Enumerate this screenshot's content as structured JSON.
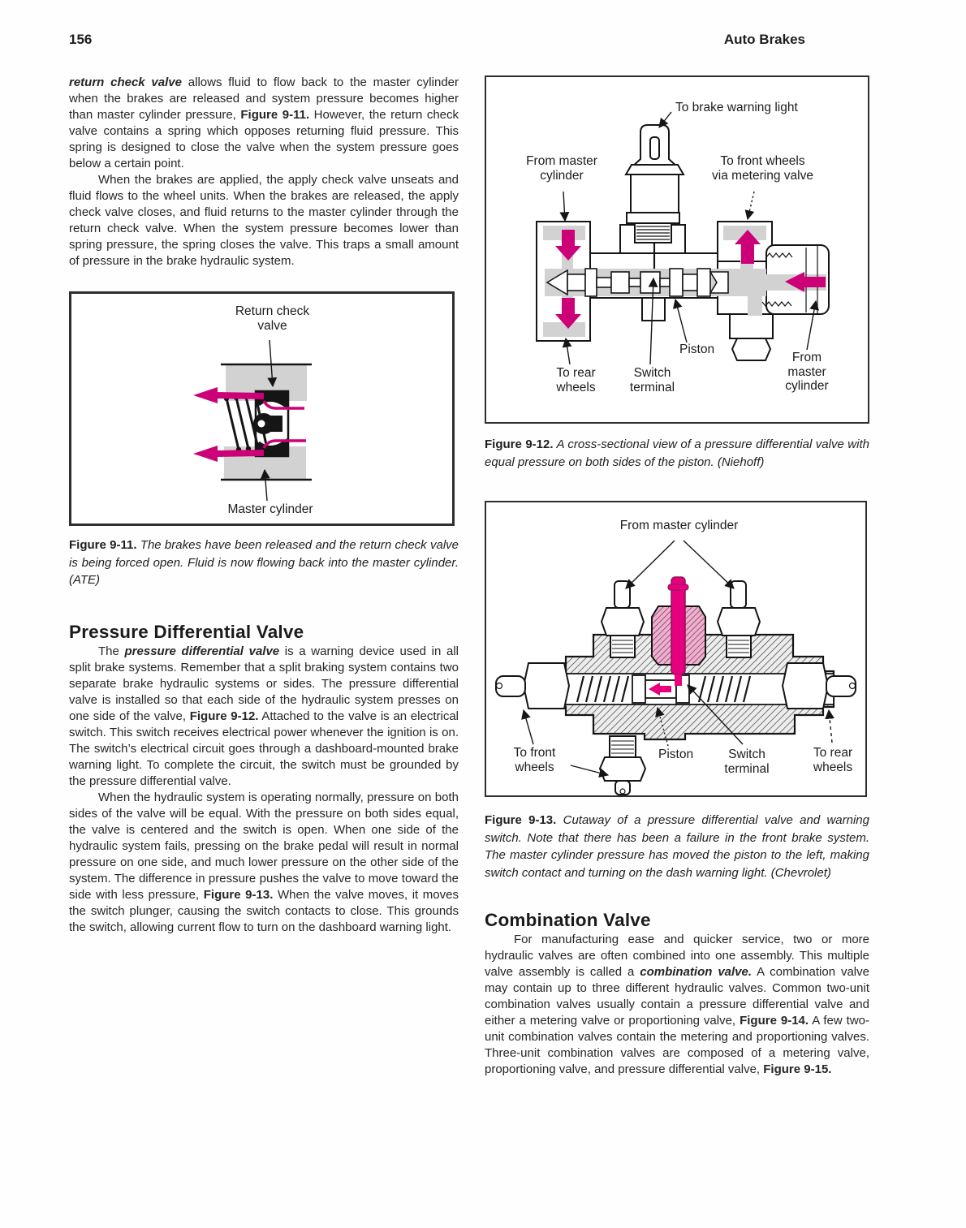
{
  "page": {
    "number": "156",
    "running_head": "Auto Brakes"
  },
  "colors": {
    "flow_arrow": "#cc0077",
    "switch_highlight": "#e6007e",
    "diagram_gray": "#d2d2d2",
    "ink": "#1d1d1d"
  },
  "left_column": {
    "para_return_check_valve": [
      {
        "t": "return check valve",
        "b": true,
        "i": true
      },
      {
        "t": " allows fluid to flow back to the master cylinder when the brakes are released and system pressure becomes higher than master cylinder pressure, "
      },
      {
        "t": "Figure 9-11.",
        "b": true
      },
      {
        "t": " However, the return check valve contains a spring which opposes returning fluid pressure. This spring is designed to close the valve when the system pressure goes below a certain point."
      }
    ],
    "para_when_brakes_applied": [
      {
        "t": "When the brakes are applied, the apply check valve unseats and fluid flows to the wheel units. When the brakes are released, the apply check valve closes, and fluid returns to the master cylinder through the return check valve. When the system pressure becomes lower than spring pressure, the spring closes the valve. This traps a small amount of pressure in the brake hydraulic system."
      }
    ],
    "figure_9_11": {
      "labels": {
        "return_check_valve": "Return check\nvalve",
        "master_cylinder": "Master cylinder"
      },
      "caption": [
        {
          "t": "Figure 9-11.",
          "b": true
        },
        {
          "t": " The brakes have been released and the return check valve is being forced open. Fluid is now flowing back into the master cylinder. (ATE)",
          "i": true
        }
      ]
    },
    "heading": "Pressure Differential Valve",
    "para_pressure_differential_1": [
      {
        "t": "The "
      },
      {
        "t": "pressure differential valve",
        "b": true,
        "i": true
      },
      {
        "t": " is a warning device used in all split brake systems. Remember that a split braking system contains two separate brake hydraulic systems or sides. The pressure differential valve is installed so that each side of the hydraulic system presses on one side of the valve, "
      },
      {
        "t": "Figure 9-12.",
        "b": true
      },
      {
        "t": " Attached to the valve is an electrical switch. This switch receives electrical power whenever the ignition is on. The switch’s electrical circuit goes through a dashboard-mounted brake warning light. To complete the circuit, the switch must be grounded by the pressure differential valve."
      }
    ],
    "para_pressure_differential_2": [
      {
        "t": "When the hydraulic system is operating normally, pressure on both sides of the valve will be equal. With the pressure on both sides equal, the valve is centered and the switch is open. When one side of the hydraulic system fails, pressing on the brake pedal will result in normal pressure on one side, and much lower pressure on the other side of the system. The difference in pressure pushes the valve to move toward the side with less pressure, "
      },
      {
        "t": "Figure 9-13.",
        "b": true
      },
      {
        "t": " When the valve moves, it moves the switch plunger, causing the switch contacts to close. This grounds the switch, allowing current flow to turn on the dashboard warning light."
      }
    ]
  },
  "right_column": {
    "figure_9_12": {
      "labels": {
        "to_brake_warning_light": "To brake warning light",
        "from_master_cylinder_left": "From master\ncylinder",
        "to_front_wheels": "To front wheels\nvia metering valve",
        "piston": "Piston",
        "to_rear_wheels": "To rear\nwheels",
        "switch_terminal": "Switch\nterminal",
        "from_master_cylinder_right": "From\nmaster\ncylinder"
      },
      "caption": [
        {
          "t": "Figure 9-12.",
          "b": true
        },
        {
          "t": " A cross-sectional view of a pressure differential valve with equal pressure on both sides of the piston. (Niehoff)",
          "i": true
        }
      ]
    },
    "figure_9_13": {
      "labels": {
        "from_master_cylinder": "From master cylinder",
        "to_front_wheels": "To front\nwheels",
        "piston": "Piston",
        "switch_terminal": "Switch\nterminal",
        "to_rear_wheels": "To rear\nwheels"
      },
      "caption": [
        {
          "t": "Figure 9-13.",
          "b": true
        },
        {
          "t": " Cutaway of a pressure differential valve and warning switch. Note that there has been a failure in the front brake system. The master cylinder pressure has moved the piston to the left, making switch contact and turning on the dash warning light. (Chevrolet)",
          "i": true
        }
      ]
    },
    "heading": "Combination Valve",
    "para_combination": [
      {
        "t": "For manufacturing ease and quicker service, two or more hydraulic valves are often combined into one assembly. This multiple valve assembly is called a "
      },
      {
        "t": "combination valve.",
        "b": true,
        "i": true
      },
      {
        "t": " A combination valve may contain up to three different hydraulic valves. Common two-unit combination valves usually contain a pressure differential valve and either a metering valve or proportioning valve, "
      },
      {
        "t": "Figure 9-14.",
        "b": true
      },
      {
        "t": " A few two-unit combination valves contain the metering and proportioning valves. Three-unit combination valves are composed of a metering valve, proportioning valve, and pressure differential valve, "
      },
      {
        "t": "Figure 9-15.",
        "b": true
      }
    ]
  }
}
